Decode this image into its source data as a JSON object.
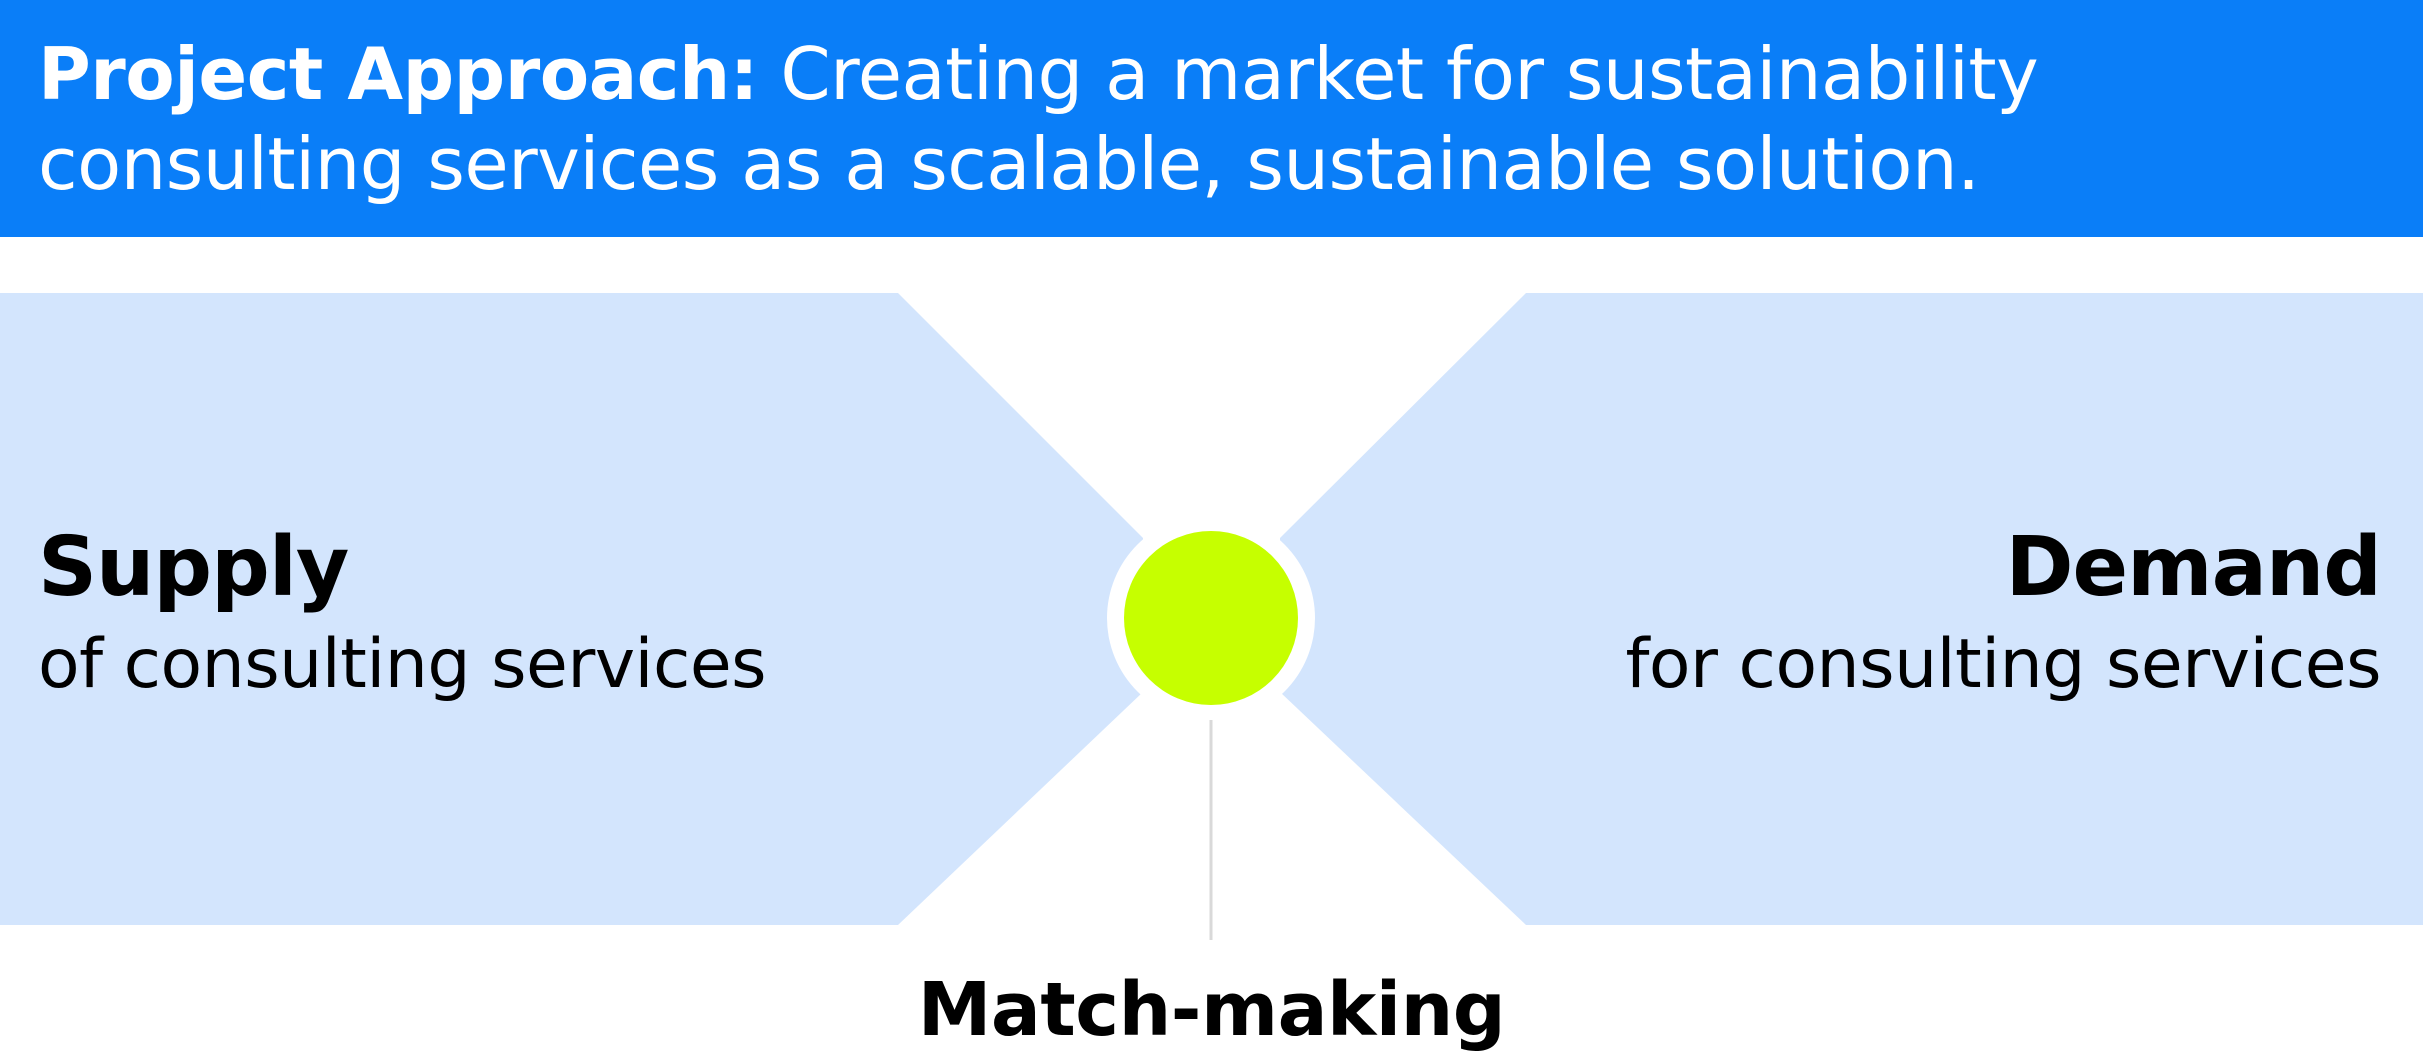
{
  "header": {
    "lead": "Project Approach:",
    "line1_rest": " Creating a market for sustainability",
    "line2": "consulting services as a scalable, sustainable solution."
  },
  "supply": {
    "title": "Supply",
    "subtitle": "of consulting services"
  },
  "demand": {
    "title": "Demand",
    "subtitle": "for consulting services"
  },
  "center": {
    "label": "Match-making"
  },
  "colors": {
    "banner": "#0a7ef8",
    "panel": "#d3e5fd",
    "node": "#c6ff00",
    "connector": "#d9d9d9"
  }
}
